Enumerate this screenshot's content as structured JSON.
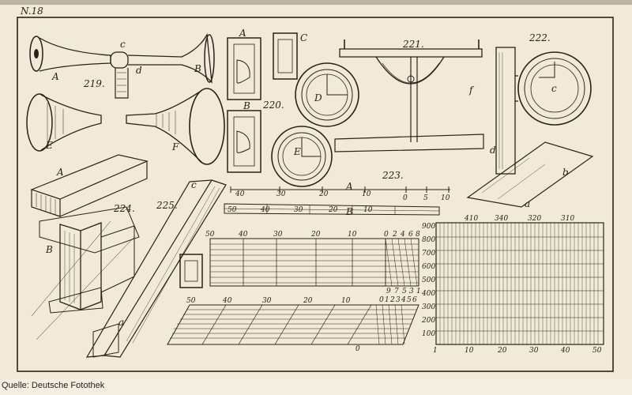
{
  "plate": {
    "plate_number": "N.18",
    "figures": [
      "219.",
      "220.",
      "221.",
      "222.",
      "223.",
      "224.",
      "225."
    ],
    "letters": [
      "A",
      "B",
      "c",
      "d",
      "E",
      "F",
      "A",
      "B",
      "C",
      "D",
      "E",
      "f",
      "c",
      "d",
      "a",
      "b",
      "A",
      "B",
      "a",
      "c",
      "A",
      "B"
    ],
    "scale_A_numbers": [
      "40",
      "30",
      "20",
      "10",
      "0",
      "5",
      "10"
    ],
    "scale_B_numbers": [
      "50",
      "40",
      "30",
      "20",
      "10"
    ],
    "grid_top_numbers": [
      "50",
      "40",
      "30",
      "20",
      "10",
      "0",
      "2",
      "4",
      "6",
      "8"
    ],
    "grid_top_right_numbers": [
      "9",
      "7",
      "5",
      "3",
      "1"
    ],
    "grid_bottom_numbers": [
      "50",
      "40",
      "30",
      "20",
      "10",
      "0"
    ],
    "grid_bottom_right_numbers": [
      "0",
      "1",
      "2",
      "3",
      "4",
      "5",
      "6"
    ],
    "large_grid_top_numbers": [
      "410",
      "340",
      "320",
      "310"
    ],
    "large_grid_left_numbers": [
      "900",
      "800",
      "700",
      "600",
      "500",
      "400",
      "300",
      "200",
      "100"
    ],
    "large_grid_bottom_numbers": [
      "1",
      "10",
      "20",
      "30",
      "40",
      "50"
    ]
  },
  "caption": "Quelle: Deutsche Fotothek"
}
